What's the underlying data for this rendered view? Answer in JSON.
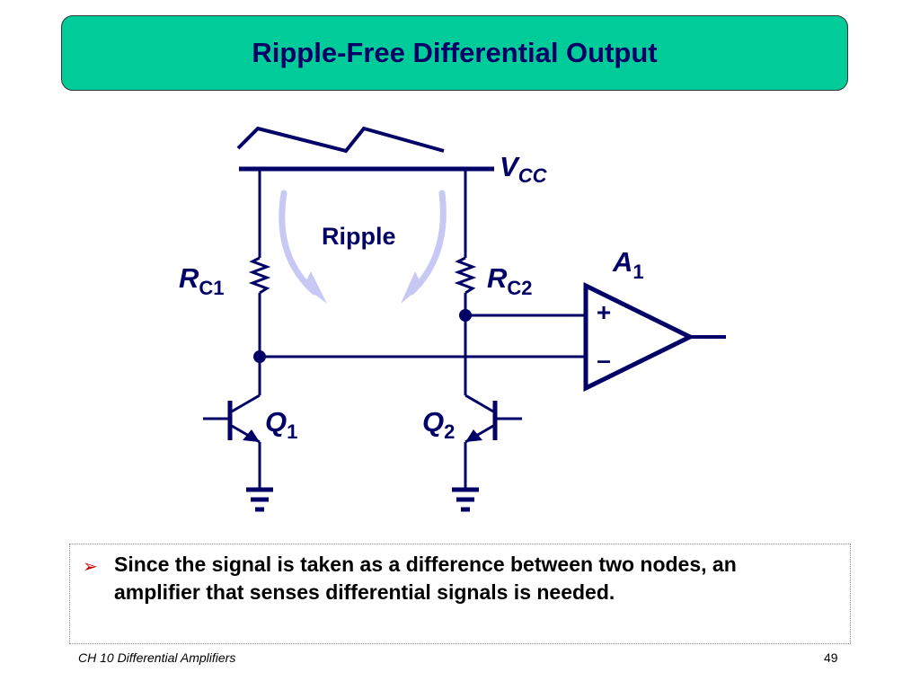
{
  "slide": {
    "title": "Ripple-Free Differential Output"
  },
  "circuit": {
    "supply": {
      "main": "V",
      "sub": "CC"
    },
    "ripple": "Ripple",
    "resistors": [
      {
        "main": "R",
        "sub": "C1"
      },
      {
        "main": "R",
        "sub": "C2"
      }
    ],
    "transistors": [
      {
        "main": "Q",
        "sub": "1"
      },
      {
        "main": "Q",
        "sub": "2"
      }
    ],
    "amplifier": {
      "main": "A",
      "sub": "1",
      "plus": "+",
      "minus": "–"
    }
  },
  "note": {
    "bullet": "➢",
    "text": "Since the signal is taken as a difference between two nodes, an amplifier that senses differential signals is needed."
  },
  "footer": {
    "course": "CH 10 Differential Amplifiers",
    "page": "49"
  },
  "colors": {
    "title_bg": "#00cc99",
    "ink": "#000066",
    "ripple_arrow": "#c8c8f5",
    "bullet": "#cc0000"
  }
}
